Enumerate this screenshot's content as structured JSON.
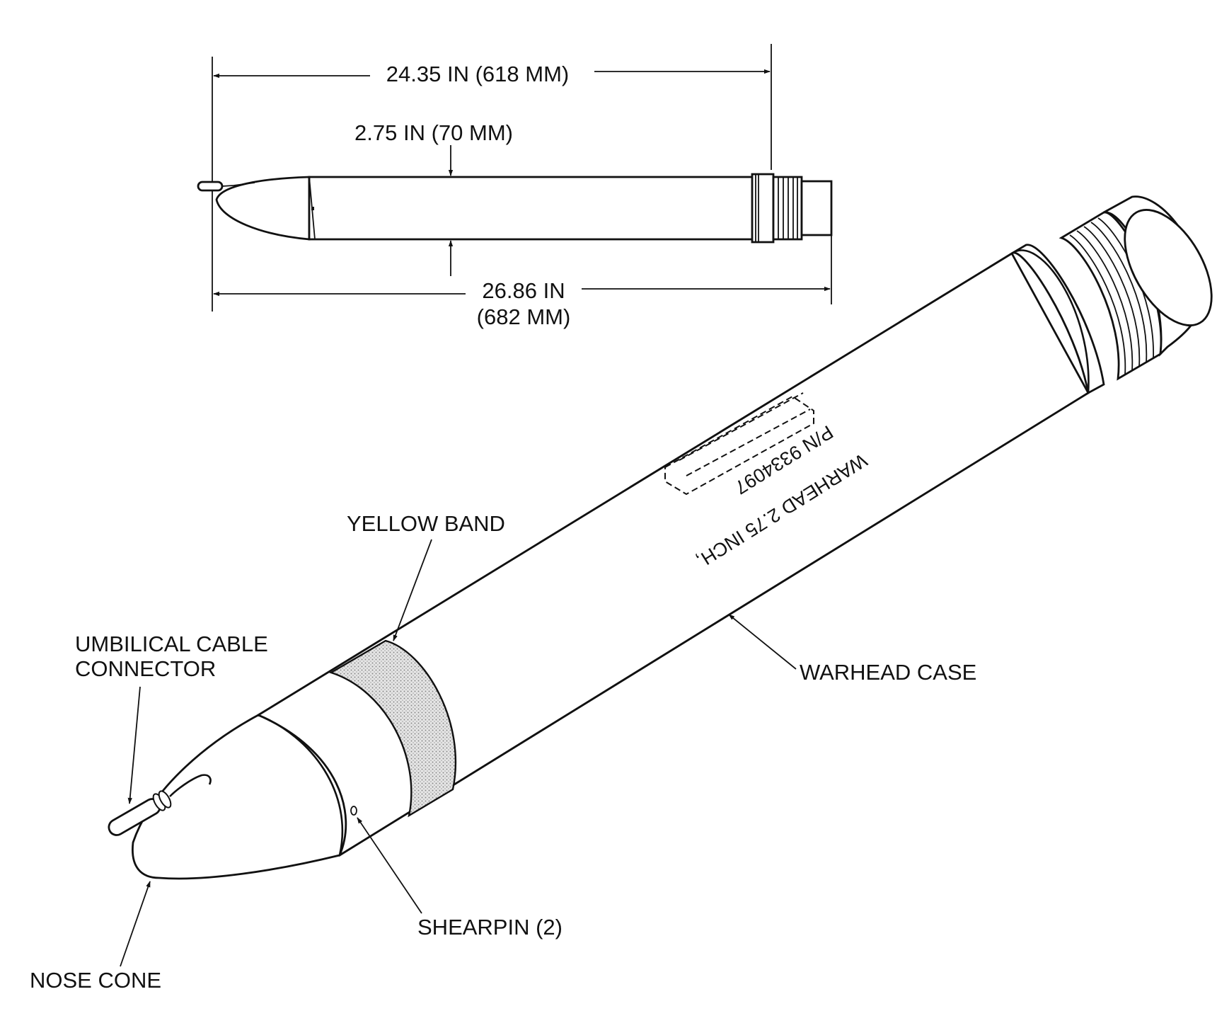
{
  "dimensions": {
    "overall_length": "24.35 IN (618 MM)",
    "diameter": "2.75 IN (70 MM)",
    "total_length_line1": "26.86 IN",
    "total_length_line2": "(682 MM)"
  },
  "callouts": {
    "yellow_band": "YELLOW BAND",
    "umbilical_line1": "UMBILICAL CABLE",
    "umbilical_line2": "CONNECTOR",
    "warhead_case": "WARHEAD CASE",
    "shearpin": "SHEARPIN (2)",
    "nose_cone": "NOSE CONE"
  },
  "markings": {
    "part_number": "P/N 9334097",
    "designation": "WARHEAD 2.75 INCH,"
  },
  "colors": {
    "line": "#111111",
    "yellow_band_fill": "#d9d9d9",
    "background": "#ffffff"
  }
}
